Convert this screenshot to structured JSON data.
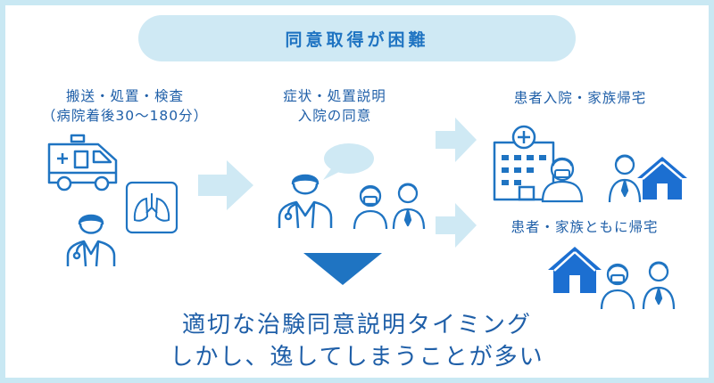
{
  "banner": {
    "title": "同意取得が困難"
  },
  "step1": {
    "line1": "搬送・処置・検査",
    "line2": "（病院着後30〜180分）"
  },
  "step2": {
    "line1": "症状・処置説明",
    "line2": "入院の同意"
  },
  "outcome1": {
    "label": "患者入院・家族帰宅"
  },
  "outcome2": {
    "label": "患者・家族ともに帰宅"
  },
  "message": {
    "line1": "適切な治験同意説明タイミング",
    "line2": "しかし、逸してしまうことが多い"
  },
  "colors": {
    "primary": "#1f74c2",
    "light": "#cfe9f4",
    "house": "#1c6fd1"
  },
  "icons": [
    "ambulance-icon",
    "lungs-icon",
    "doctor-icon",
    "speech-bubble-icon",
    "family-icon",
    "hospital-icon",
    "house-icon",
    "arrow-right-icon",
    "arrow-down-icon"
  ]
}
